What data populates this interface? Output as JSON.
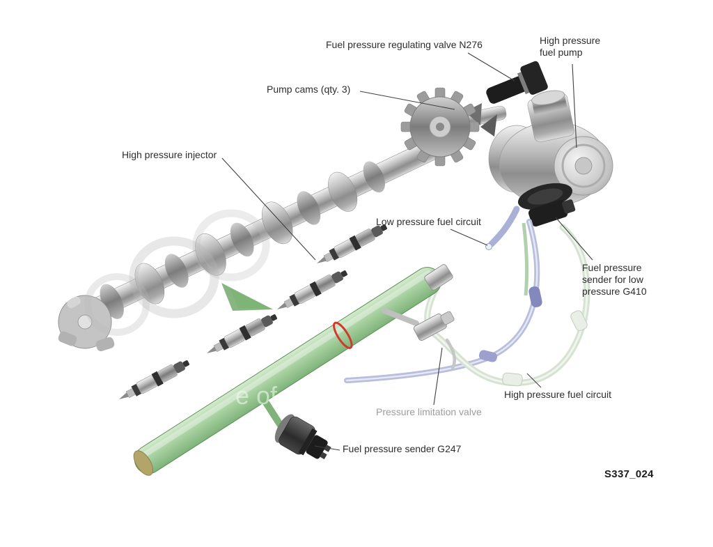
{
  "diagram": {
    "code": "S337_024",
    "watermark": "e of",
    "labels": {
      "regulating_valve": "Fuel pressure regulating valve N276",
      "hp_pump": "High pressure fuel pump",
      "pump_cams": "Pump cams (qty. 3)",
      "hp_injector": "High pressure injector",
      "low_pressure_circuit": "Low pressure fuel circuit",
      "g410": "Fuel pressure sender for low pressure G410",
      "hp_circuit": "High pressure fuel circuit",
      "pressure_limitation_valve": "Pressure limitation valve",
      "g247": "Fuel pressure sender G247"
    },
    "colors": {
      "label_text": "#2d2d2d",
      "muted_label": "#9c9c9c",
      "leader_line": "#3f3f3f",
      "rail_green": "#8fc08a",
      "low_pressure_blue": "#b8bedc",
      "high_pressure_line": "#d6e2d2",
      "accent_red_ring": "#d03a2e"
    }
  }
}
